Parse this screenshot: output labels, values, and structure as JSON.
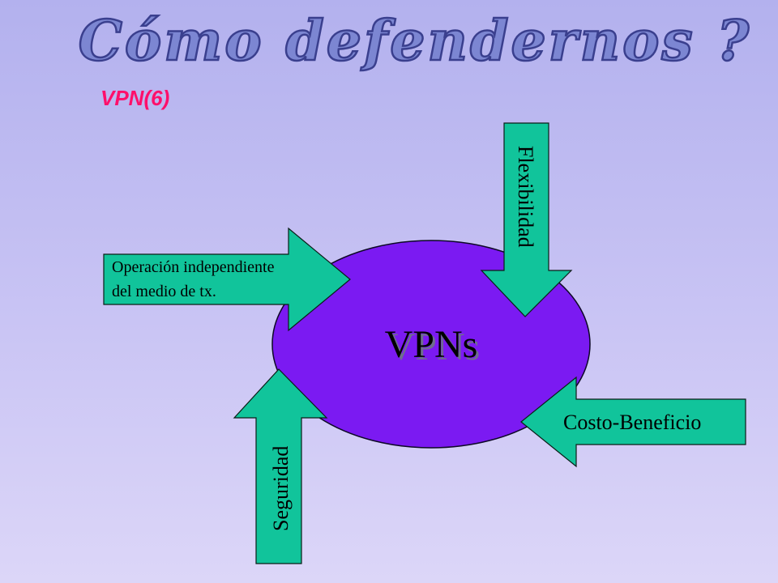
{
  "slide": {
    "title": "Cómo defendernos ?",
    "subtitle": "VPN(6)",
    "center": "VPNs",
    "arrows": {
      "left_line1": "Operación independiente",
      "left_line2": "del medio de tx.",
      "top": "Flexibilidad",
      "right": "Costo-Beneficio",
      "bottom": "Seguridad"
    }
  },
  "colors": {
    "title_fill": "#7c86d2",
    "subtitle": "#ff0f6b",
    "arrow": "#11c49b",
    "ellipse": "#7b1af2"
  }
}
